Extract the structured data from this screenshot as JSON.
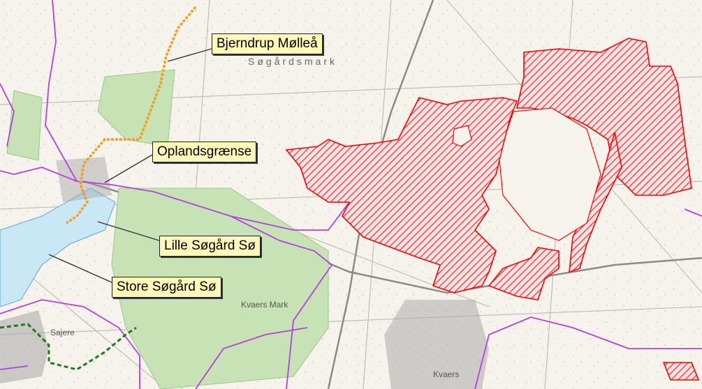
{
  "labels": {
    "bjerndrup": "Bjerndrup Mølleå",
    "oplandsgraense": "Oplandsgrænse",
    "lille_sogard": "Lille Søgård Sø",
    "store_sogard": "Store Søgård Sø"
  },
  "places": {
    "sogardsmark": "Søgårdsmark",
    "sajere": "Sajere",
    "kvaers": "Kvaers",
    "kvaers_mark": "Kvaers Mark"
  },
  "colors": {
    "catchment_boundary": "#b63fe0",
    "stream": "#f0a020",
    "wetland_fill": "#f0c8c8",
    "wetland_stroke": "#ff0000",
    "forest": "#c7e3b6",
    "lake": "#c9e7f5",
    "town": "#9a9a9a",
    "green_dashed": "#1e7a1e"
  }
}
